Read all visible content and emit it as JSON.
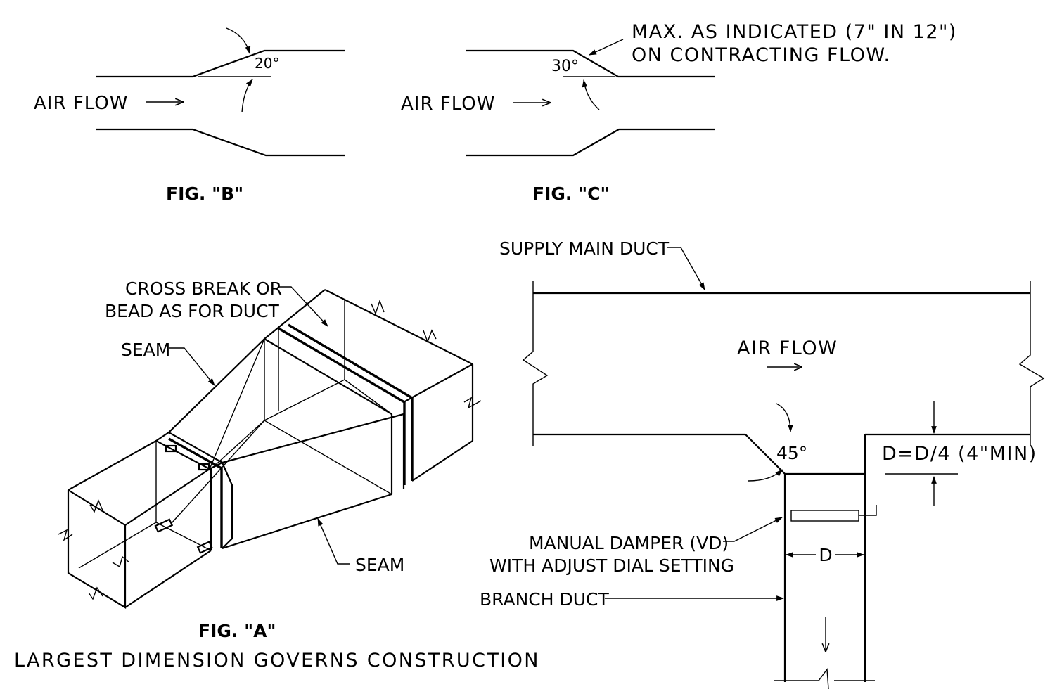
{
  "fig_b": {
    "caption": "FIG. \"B\"",
    "angle": "20°",
    "flow_label": "AIR FLOW"
  },
  "fig_c": {
    "caption": "FIG. \"C\"",
    "angle": "30°",
    "flow_label": "AIR FLOW",
    "note_line1": "MAX. AS INDICATED (7\" IN 12\")",
    "note_line2": "ON CONTRACTING FLOW."
  },
  "fig_a": {
    "caption": "FIG. \"A\"",
    "subcaption": "LARGEST DIMENSION GOVERNS CONSTRUCTION",
    "cross_break_line1": "CROSS BREAK OR",
    "cross_break_line2": "BEAD AS FOR DUCT",
    "seam_upper": "SEAM",
    "seam_lower": "SEAM"
  },
  "branch": {
    "supply_main": "SUPPLY MAIN DUCT",
    "flow_label": "AIR FLOW",
    "angle": "45°",
    "d_formula": "D=D/4 (4\"MIN)",
    "damper_line1": "MANUAL DAMPER (VD)",
    "damper_line2": "WITH ADJUST DIAL SETTING",
    "branch_duct": "BRANCH DUCT",
    "d_label": "D"
  }
}
